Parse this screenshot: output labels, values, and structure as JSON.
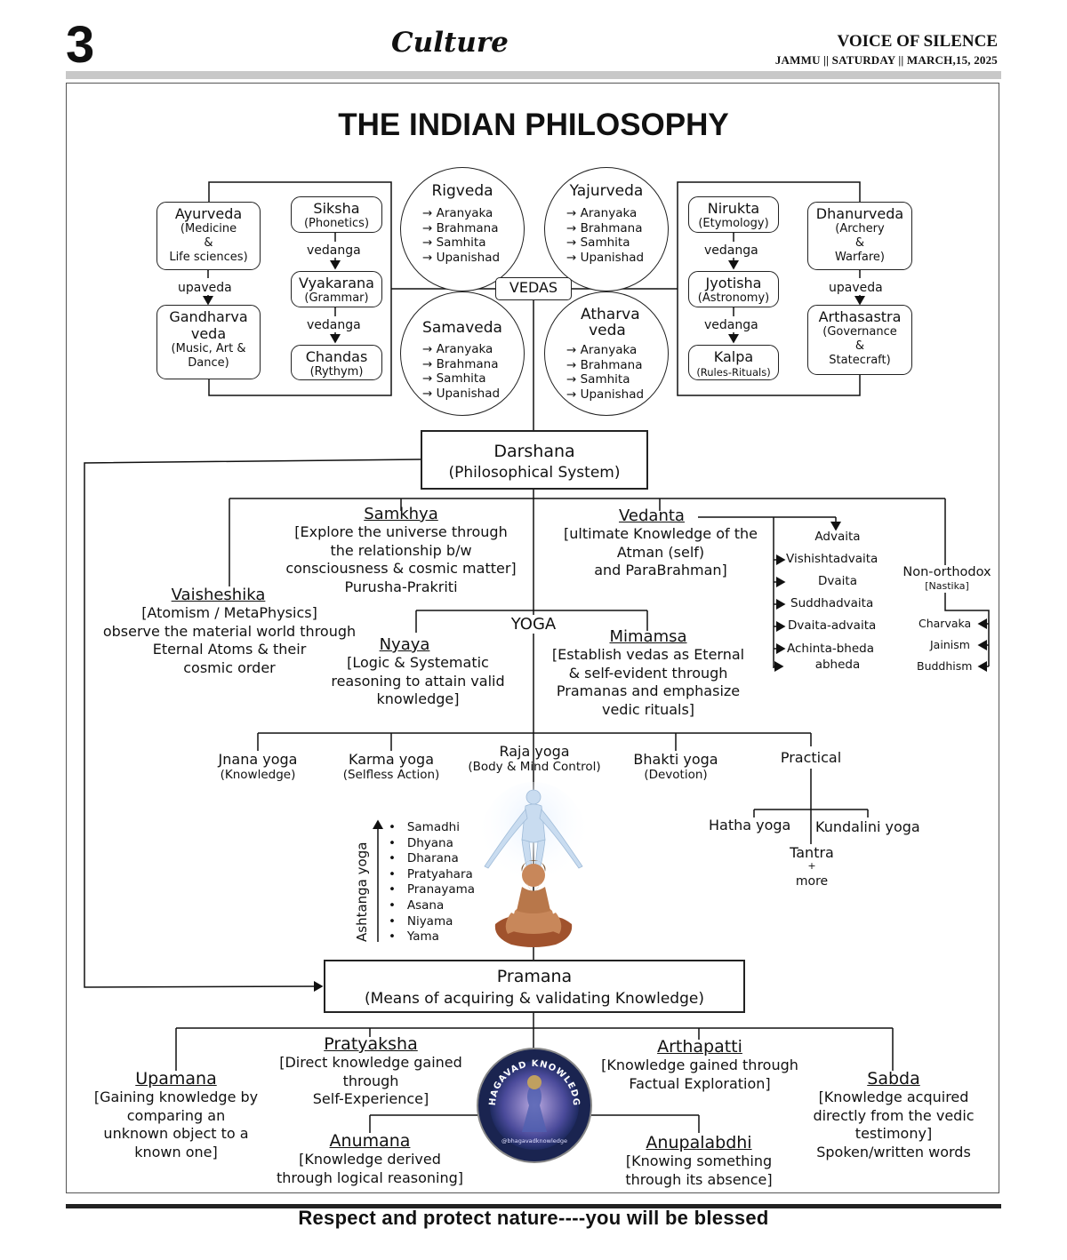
{
  "masthead": {
    "page_number": "3",
    "section": "Culture",
    "paper_name": "VOICE OF SILENCE",
    "dateline": "JAMMU || SATURDAY || MARCH,15, 2025"
  },
  "title": "THE INDIAN PHILOSOPHY",
  "vedas": {
    "center": "VEDAS",
    "rigveda": {
      "name": "Rigveda",
      "items": [
        "→ Aranyaka",
        "→ Brahmana",
        "→ Samhita",
        "→ Upanishad"
      ]
    },
    "yajurveda": {
      "name": "Yajurveda",
      "items": [
        "→ Aranyaka",
        "→ Brahmana",
        "→ Samhita",
        "→ Upanishad"
      ]
    },
    "samaveda": {
      "name": "Samaveda",
      "items": [
        "→ Aranyaka",
        "→ Brahmana",
        "→ Samhita",
        "→ Upanishad"
      ]
    },
    "atharvaveda": {
      "name": "Atharva veda",
      "items": [
        "→ Aranyaka",
        "→ Brahmana",
        "→ Samhita",
        "→ Upanishad"
      ]
    }
  },
  "upavedas_left": {
    "ayurveda": {
      "name": "Ayurveda",
      "desc": [
        "(Medicine",
        "&",
        "Life sciences)"
      ]
    },
    "gandharva": {
      "name": "Gandharva veda",
      "desc": [
        "(Music, Art &",
        "Dance)"
      ]
    },
    "link": "upaveda"
  },
  "vedangas_left": {
    "siksha": {
      "name": "Siksha",
      "desc": "(Phonetics)"
    },
    "vyakarana": {
      "name": "Vyakarana",
      "desc": "(Grammar)"
    },
    "chandas": {
      "name": "Chandas",
      "desc": "(Rythym)"
    },
    "link": "vedanga"
  },
  "vedangas_right": {
    "nirukta": {
      "name": "Nirukta",
      "desc": "(Etymology)"
    },
    "jyotisha": {
      "name": "Jyotisha",
      "desc": "(Astronomy)"
    },
    "kalpa": {
      "name": "Kalpa",
      "desc": "(Rules-Rituals)"
    },
    "link": "vedanga"
  },
  "upavedas_right": {
    "dhanurveda": {
      "name": "Dhanurveda",
      "desc": [
        "(Archery",
        "&",
        "Warfare)"
      ]
    },
    "arthasastra": {
      "name": "Arthasastra",
      "desc": [
        "(Governance",
        "&",
        "Statecraft)"
      ]
    },
    "link": "upaveda"
  },
  "darshana": {
    "title": "Darshana",
    "subtitle": "(Philosophical System)"
  },
  "schools": {
    "samkhya": {
      "name": "Samkhya",
      "desc": [
        "[Explore the universe through",
        "the relationship b/w",
        "consciousness & cosmic matter]",
        "Purusha-Prakriti"
      ]
    },
    "vedanta": {
      "name": "Vedanta",
      "desc": [
        "[ultimate Knowledge of the",
        "Atman (self)",
        "and ParaBrahman]"
      ]
    },
    "vaisheshika": {
      "name": "Vaisheshika",
      "desc": [
        "[Atomism / MetaPhysics]",
        "observe the material world through",
        "Eternal Atoms & their",
        "cosmic order"
      ]
    },
    "yoga": "YOGA",
    "nyaya": {
      "name": "Nyaya",
      "desc": [
        "[Logic & Systematic",
        "reasoning to attain valid",
        "knowledge]"
      ]
    },
    "mimamsa": {
      "name": "Mimamsa",
      "desc": [
        "[Establish vedas as Eternal",
        "& self-evident through",
        "Pramanas and emphasize",
        "vedic rituals]"
      ]
    }
  },
  "vedanta_branches": [
    "Advaita",
    "Vishishtadvaita",
    "Dvaita",
    "Suddhadvaita",
    "Dvaita-advaita",
    "Achinta-bheda",
    "abheda"
  ],
  "non_orthodox": {
    "title": "Non-orthodox",
    "subtitle": "[Nastika]",
    "items": [
      "Charvaka",
      "Jainism",
      "Buddhism"
    ]
  },
  "yoga_paths": [
    {
      "name": "Jnana yoga",
      "desc": "(Knowledge)"
    },
    {
      "name": "Karma yoga",
      "desc": "(Selfless Action)"
    },
    {
      "name": "Raja yoga",
      "desc": "(Body & Mind Control)"
    },
    {
      "name": "Bhakti yoga",
      "desc": "(Devotion)"
    },
    {
      "name": "Practical",
      "desc": ""
    }
  ],
  "practical": {
    "hatha": "Hatha yoga",
    "kundalini": "Kundalini yoga",
    "tantra": "Tantra",
    "plus": "+",
    "more": "more"
  },
  "ashtanga": {
    "label": "Ashtanga yoga",
    "limbs": [
      "Samadhi",
      "Dhyana",
      "Dharana",
      "Pratyahara",
      "Pranayama",
      "Asana",
      "Niyama",
      "Yama"
    ]
  },
  "pramana": {
    "title": "Pramana",
    "subtitle": "(Means of acquiring & validating Knowledge)"
  },
  "pramanas": {
    "upamana": {
      "name": "Upamana",
      "desc": [
        "[Gaining knowledge by",
        "comparing an",
        "unknown object to a",
        "known one]"
      ]
    },
    "pratyaksha": {
      "name": "Pratyaksha",
      "desc": [
        "[Direct knowledge gained",
        "through",
        "Self-Experience]"
      ]
    },
    "arthapatti": {
      "name": "Arthapatti",
      "desc": [
        "[Knowledge gained through",
        "Factual Exploration]"
      ]
    },
    "sabda": {
      "name": "Sabda",
      "desc": [
        "[Knowledge acquired",
        "directly from the vedic",
        "testimony]",
        "Spoken/written words"
      ]
    },
    "anumana": {
      "name": "Anumana",
      "desc": [
        "[Knowledge derived",
        "through logical reasoning]"
      ]
    },
    "anupalabdhi": {
      "name": "Anupalabdhi",
      "desc": [
        "[Knowing something",
        "through its absence]"
      ]
    }
  },
  "logo": {
    "ring_text": "BHAGAVAD KNOWLEDGE",
    "handle": "@bhagavadknowledge"
  },
  "footer": "Respect and protect nature----you will be blessed",
  "colors": {
    "gray_bar": "#c8c8c8",
    "ink": "#111111"
  }
}
